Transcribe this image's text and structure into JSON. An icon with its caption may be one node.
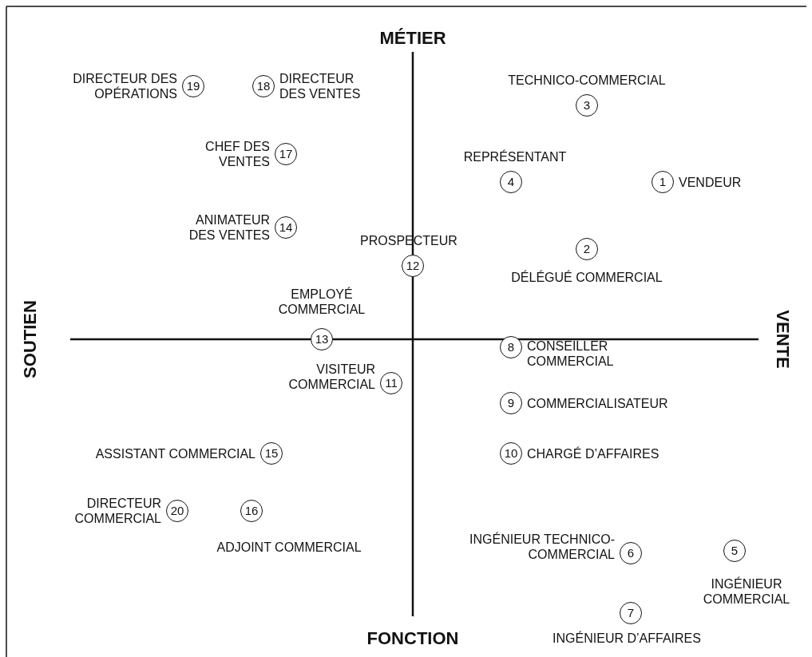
{
  "diagram": {
    "nodes": [
      {
        "text": [
          "1"
        ],
        "beside": [
          "VENDEUR"
        ]
      },
      {
        "text": [
          "2"
        ],
        "beside": [
          "DÉLÉGUÉ COMMERCIAL"
        ]
      },
      {
        "text": [
          "3"
        ],
        "beside": [
          "TECHNICO-COMMERCIAL"
        ]
      },
      {
        "text": [
          "4"
        ],
        "beside": [
          "REPRÉSENTANT"
        ]
      },
      {
        "text": [
          "5"
        ],
        "beside": [
          "INGÉNIEUR COMMERCIAL"
        ]
      },
      {
        "text": [
          "6"
        ],
        "beside": [
          "INGÉNIEUR TECHNICO-COMMERCIAL"
        ]
      },
      {
        "text": [
          "7"
        ],
        "beside": [
          "INGÉNIEUR D’AFFAIRES"
        ]
      },
      {
        "text": [
          "8"
        ],
        "beside": [
          "CONSEILLER COMMERCIAL"
        ]
      },
      {
        "text": [
          "9"
        ],
        "beside": [
          "COMMERCIALISATEUR"
        ]
      },
      {
        "text": [
          "10"
        ],
        "beside": [
          "CHARGÉ D’AFFAIRES"
        ]
      },
      {
        "text": [
          "11"
        ],
        "beside": [
          "VISITEUR COMMERCIAL"
        ]
      },
      {
        "text": [
          "12"
        ],
        "beside": [
          "PROSPECTEUR"
        ]
      },
      {
        "text": [
          "13"
        ],
        "beside": [
          "EMPLOYÉ COMMERCIAL"
        ]
      },
      {
        "text": [
          "14"
        ],
        "beside": [
          "ANIMATEUR DES VENTES"
        ]
      },
      {
        "text": [
          "15"
        ],
        "beside": [
          "ASSISTANT COMMERCIAL"
        ]
      },
      {
        "text": [
          "16"
        ],
        "beside": [
          "ADJOINT COMMERCIAL"
        ]
      },
      {
        "text": [
          "17"
        ],
        "beside": [
          "CHEF DES VENTES"
        ]
      },
      {
        "text": [
          "18"
        ],
        "beside": [
          "DIRECTEUR DES VENTES"
        ]
      },
      {
        "text": [
          "19"
        ],
        "beside": [
          "DIRECTEUR DES OPÉRATIONS"
        ]
      },
      {
        "text": [
          "20"
        ],
        "beside": [
          "DIRECTEUR COMMERCIAL"
        ]
      }
    ],
    "labels": [
      "MÉTIER",
      "SOUTIEN",
      "VENTE",
      "FONCTION"
    ]
  }
}
